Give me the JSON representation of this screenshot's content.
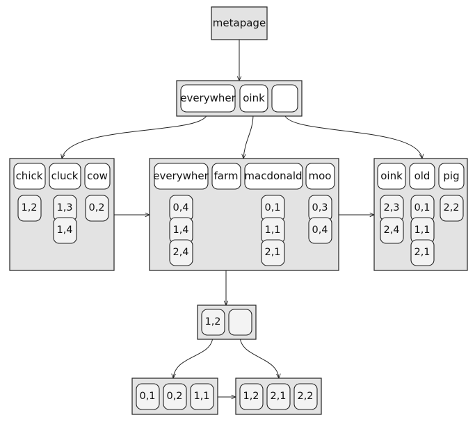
{
  "metapage": {
    "label": "metapage"
  },
  "root": {
    "keys": [
      "everywher",
      "oink",
      ""
    ]
  },
  "left_leaf": {
    "keys": [
      "chick",
      "cluck",
      "cow"
    ],
    "postings": [
      [
        "1,2"
      ],
      [
        "1,3",
        "1,4"
      ],
      [
        "0,2"
      ]
    ]
  },
  "middle_leaf": {
    "keys": [
      "everywher",
      "farm",
      "macdonald",
      "moo"
    ],
    "postings": [
      [
        "0,4",
        "1,4",
        "2,4"
      ],
      [
        "0,1",
        "1,1",
        "2,1"
      ],
      [
        "0,3",
        "0,4"
      ]
    ]
  },
  "right_leaf": {
    "keys": [
      "oink",
      "old",
      "pig"
    ],
    "postings": [
      [
        "2,3",
        "2,4"
      ],
      [
        "0,1",
        "1,1",
        "2,1"
      ],
      [
        "2,2"
      ]
    ]
  },
  "posting_inner": {
    "keys": [
      "1,2",
      ""
    ]
  },
  "posting_left_leaf": {
    "values": [
      "0,1",
      "0,2",
      "1,1"
    ]
  },
  "posting_right_leaf": {
    "values": [
      "1,2",
      "2,1",
      "2,2"
    ]
  }
}
